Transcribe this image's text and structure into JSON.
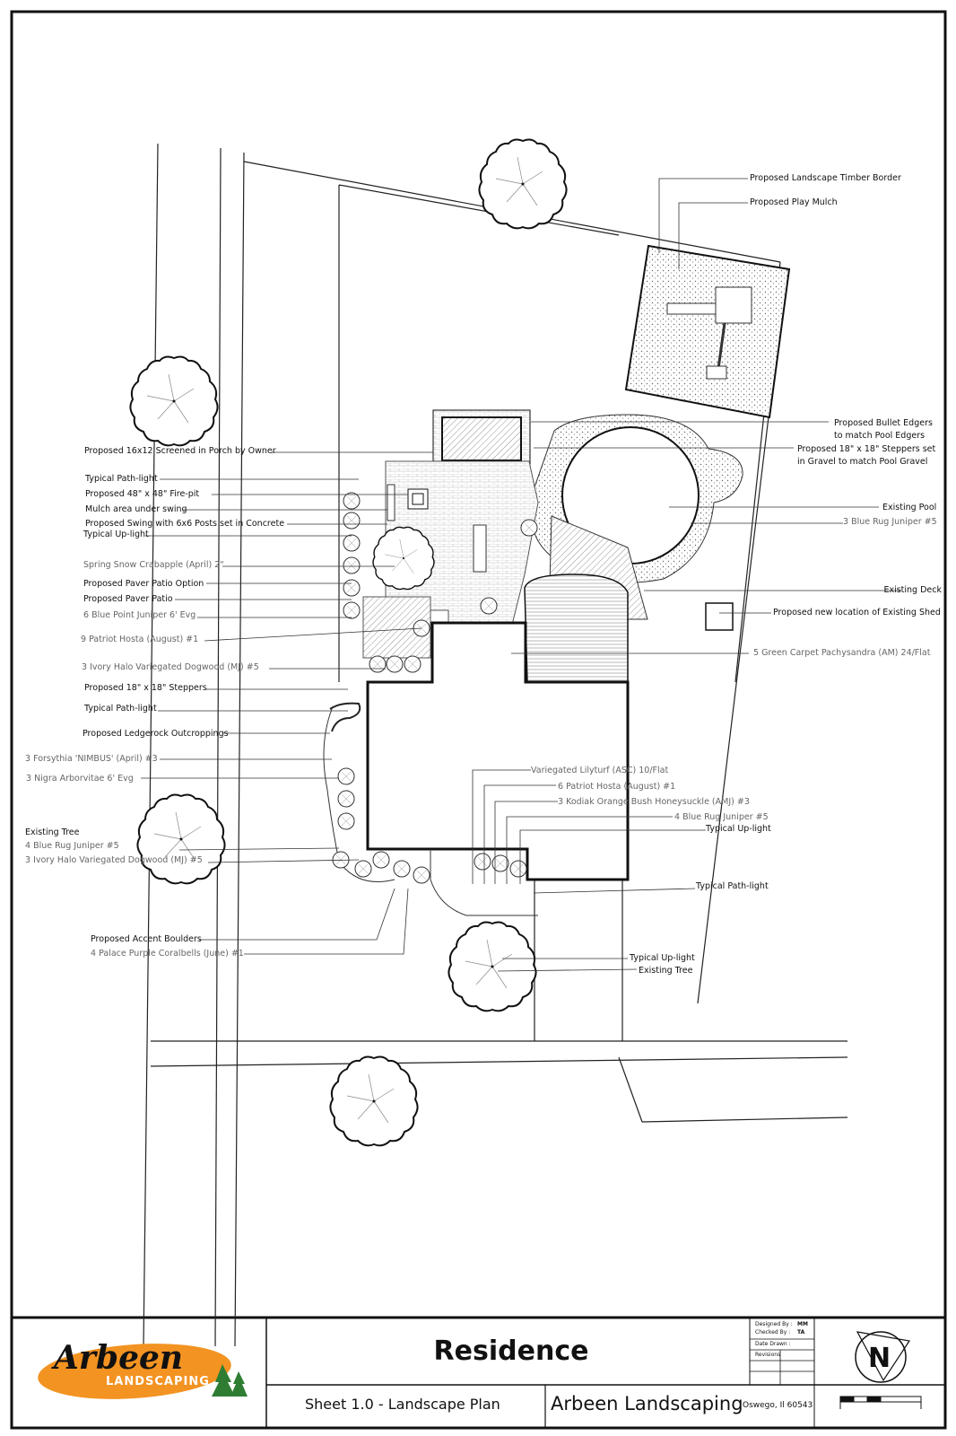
{
  "labels_right": [
    {
      "text": "Proposed Landscape Timber Border",
      "gray": false
    },
    {
      "text": "Proposed Play Mulch",
      "gray": false
    },
    {
      "text": "Proposed Bullet Edgers",
      "gray": false
    },
    {
      "text": "to match Pool Edgers",
      "gray": false
    },
    {
      "text": "Proposed 18\" x 18\" Steppers set",
      "gray": false
    },
    {
      "text": "in Gravel to match Pool Gravel",
      "gray": false
    },
    {
      "text": "Existing Pool",
      "gray": false
    },
    {
      "text": "3 Blue Rug Juniper #5",
      "gray": true
    },
    {
      "text": "Existing Deck",
      "gray": false
    },
    {
      "text": "Proposed new location of Existing Shed",
      "gray": false
    },
    {
      "text": "5 Green Carpet Pachysandra (AM) 24/Flat",
      "gray": true
    },
    {
      "text": "Variegated Lilyturf (ASC) 10/Flat",
      "gray": true
    },
    {
      "text": "6 Patriot Hosta (August) #1",
      "gray": true
    },
    {
      "text": "3 Kodiak Orange Bush Honeysuckle (AMJ) #3",
      "gray": true
    },
    {
      "text": "4 Blue Rug Juniper #5",
      "gray": true
    },
    {
      "text": "Typical Up-light",
      "gray": false
    },
    {
      "text": "Typical Path-light",
      "gray": false
    },
    {
      "text": "Typical Up-light",
      "gray": false
    },
    {
      "text": "Existing Tree",
      "gray": false
    }
  ],
  "labels_left": [
    {
      "text": "Proposed 16x12 Screened in Porch by Owner",
      "gray": false
    },
    {
      "text": "Typical Path-light",
      "gray": false
    },
    {
      "text": "Proposed 48\" x 48\" Fire-pit",
      "gray": false
    },
    {
      "text": "Mulch area under swing",
      "gray": false
    },
    {
      "text": "Proposed Swing with 6x6 Posts set in Concrete",
      "gray": false
    },
    {
      "text": "Typical Up-light",
      "gray": false
    },
    {
      "text": "Spring Snow Crabapple (April) 2\"",
      "gray": true
    },
    {
      "text": "Proposed Paver Patio Option",
      "gray": false
    },
    {
      "text": "Proposed Paver Patio",
      "gray": false
    },
    {
      "text": "6 Blue Point Juniper 6' Evg",
      "gray": true
    },
    {
      "text": "9 Patriot Hosta (August) #1",
      "gray": true
    },
    {
      "text": "3 Ivory Halo Variegated Dogwood (MJ) #5",
      "gray": true
    },
    {
      "text": "Proposed 18\" x 18\" Steppers",
      "gray": false
    },
    {
      "text": "Typical Path-light",
      "gray": false
    },
    {
      "text": "Proposed Ledgerock Outcroppings",
      "gray": false
    },
    {
      "text": "3 Forsythia 'NIMBUS' (April) #3",
      "gray": true
    },
    {
      "text": "3 Nigra Arborvitae 6' Evg",
      "gray": true
    },
    {
      "text": "Existing Tree",
      "gray": false
    },
    {
      "text": "4 Blue Rug Juniper #5",
      "gray": true
    },
    {
      "text": "3 Ivory Halo Variegated Dogwood (MJ) #5",
      "gray": true
    },
    {
      "text": "Proposed Accent Boulders",
      "gray": false
    },
    {
      "text": "4 Palace Purple Coralbells (June) #1",
      "gray": true
    }
  ],
  "title_block": {
    "logo_name": "Arbeen",
    "logo_subtitle": "LANDSCAPING",
    "project_title": "Residence",
    "sheet": "Sheet 1.0 - Landscape Plan",
    "company": "Arbeen Landscaping",
    "city": "Oswego, Il 60543",
    "designed_by": "Designed By :",
    "designed_by_value": "MM",
    "checked_by": "Checked By :",
    "checked_by_value": "TA",
    "date_drawn": "Date Drawn :",
    "revisions": "Revisions",
    "north": "N"
  },
  "colors": {
    "line": "#111111",
    "gray_line": "#777777",
    "logo_orange": "#f39322",
    "logo_green": "#2e7d32"
  },
  "icons": [
    "tree-icon",
    "north-arrow-icon",
    "scale-bar-icon"
  ]
}
